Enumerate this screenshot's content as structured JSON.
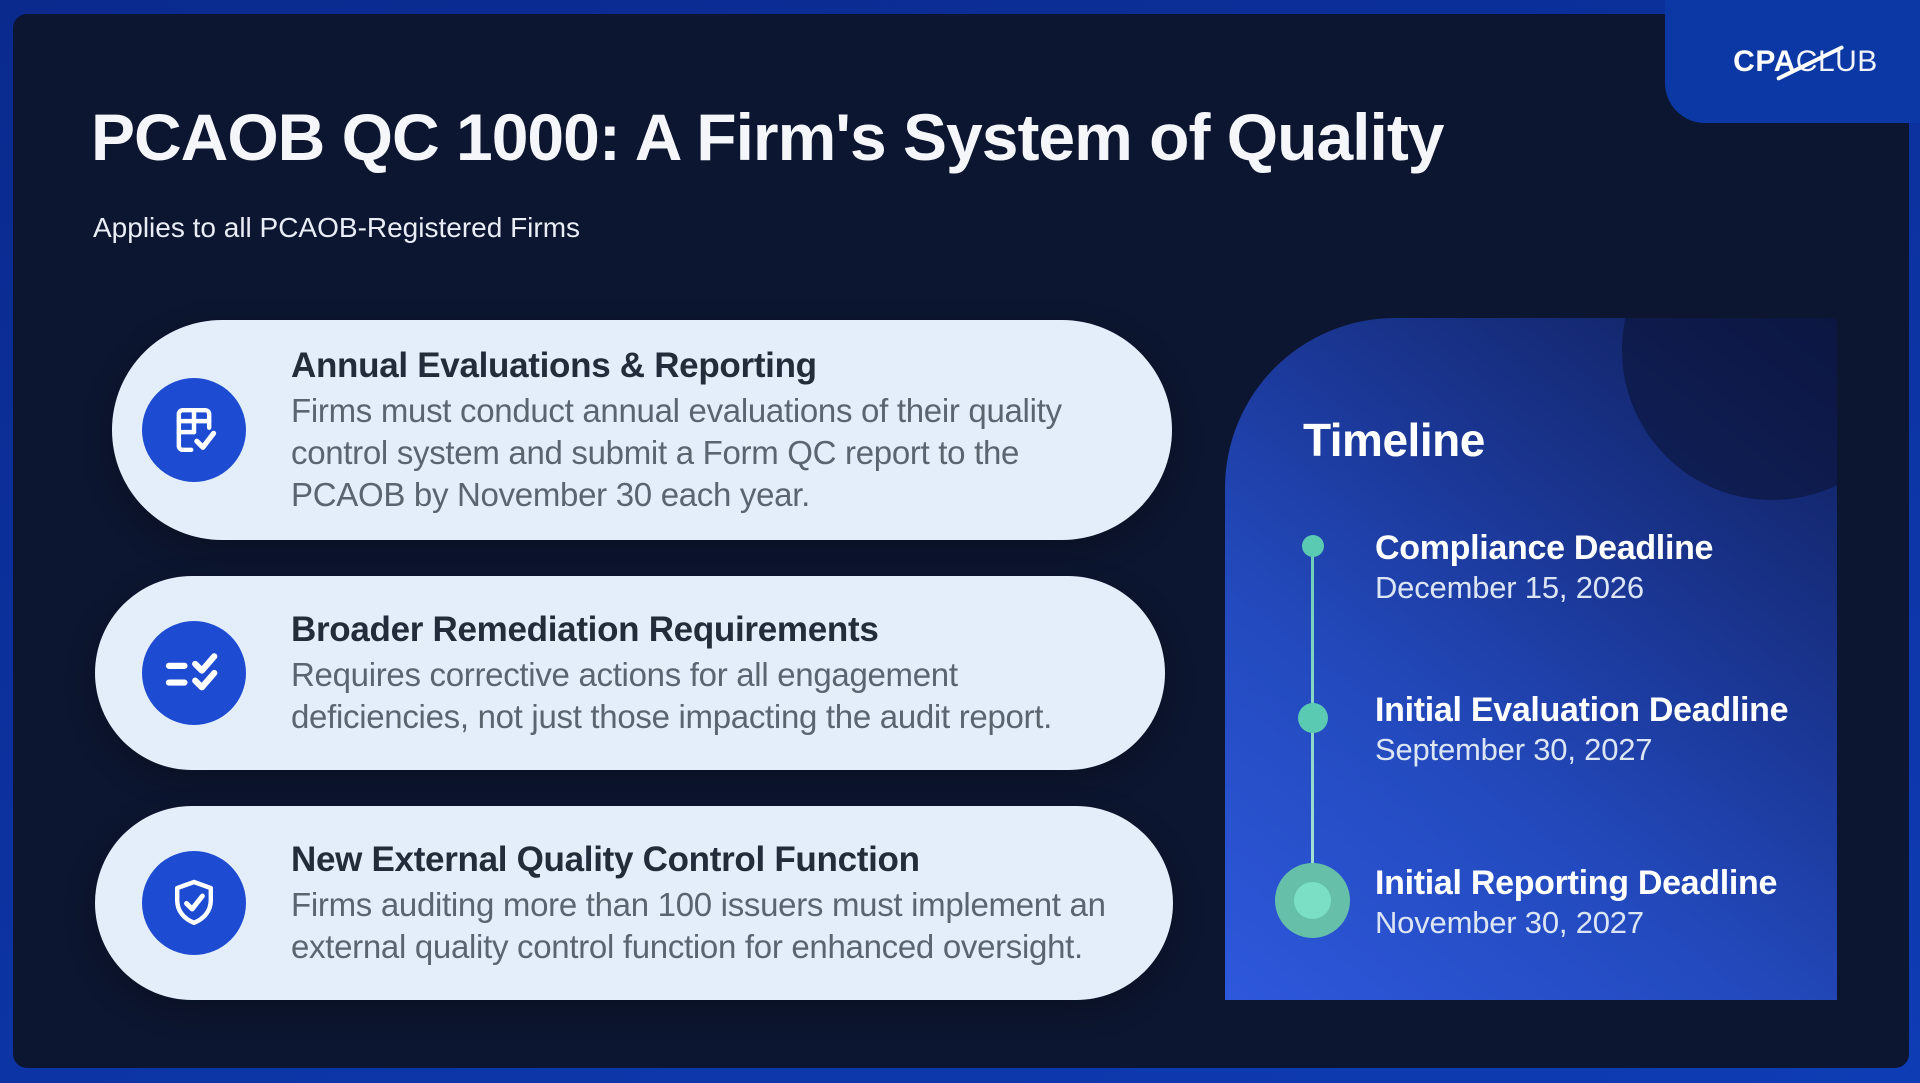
{
  "header": {
    "title": "PCAOB QC 1000: A Firm's System of Quality",
    "subtitle": "Applies to all PCAOB-Registered Firms"
  },
  "logo": {
    "bold": "CPA",
    "light": "CLUB"
  },
  "cards": [
    {
      "icon": "table-check-icon",
      "title": "Annual Evaluations & Reporting",
      "body": "Firms must conduct annual evaluations of their quality\ncontrol system and submit a Form QC report to the\nPCAOB by November 30 each year."
    },
    {
      "icon": "list-checks-icon",
      "title": "Broader Remediation Requirements",
      "body": "Requires corrective actions for all engagement\ndeficiencies, not just those impacting the audit report."
    },
    {
      "icon": "shield-check-icon",
      "title": "New External Quality Control Function",
      "body": "Firms auditing more than 100 issuers must implement an\nexternal quality control function for enhanced oversight."
    }
  ],
  "timeline": {
    "heading": "Timeline",
    "milestones": [
      {
        "title": "Compliance Deadline",
        "date": "December 15, 2026"
      },
      {
        "title": "Initial Evaluation Deadline",
        "date": "September 30, 2027"
      },
      {
        "title": "Initial Reporting Deadline",
        "date": "November 30, 2027"
      }
    ]
  },
  "colors": {
    "background_navy": "#0d1630",
    "frame_blue": "#0c33a2",
    "card_background": "#e3eefa",
    "icon_blue": "#1d4bd2",
    "panel_blue_bright": "#2e58dc",
    "panel_blue_dark": "#101e58",
    "teal_accent": "#5bcab2",
    "card_title_text": "#222c3a",
    "card_body_text": "#5b6570"
  }
}
